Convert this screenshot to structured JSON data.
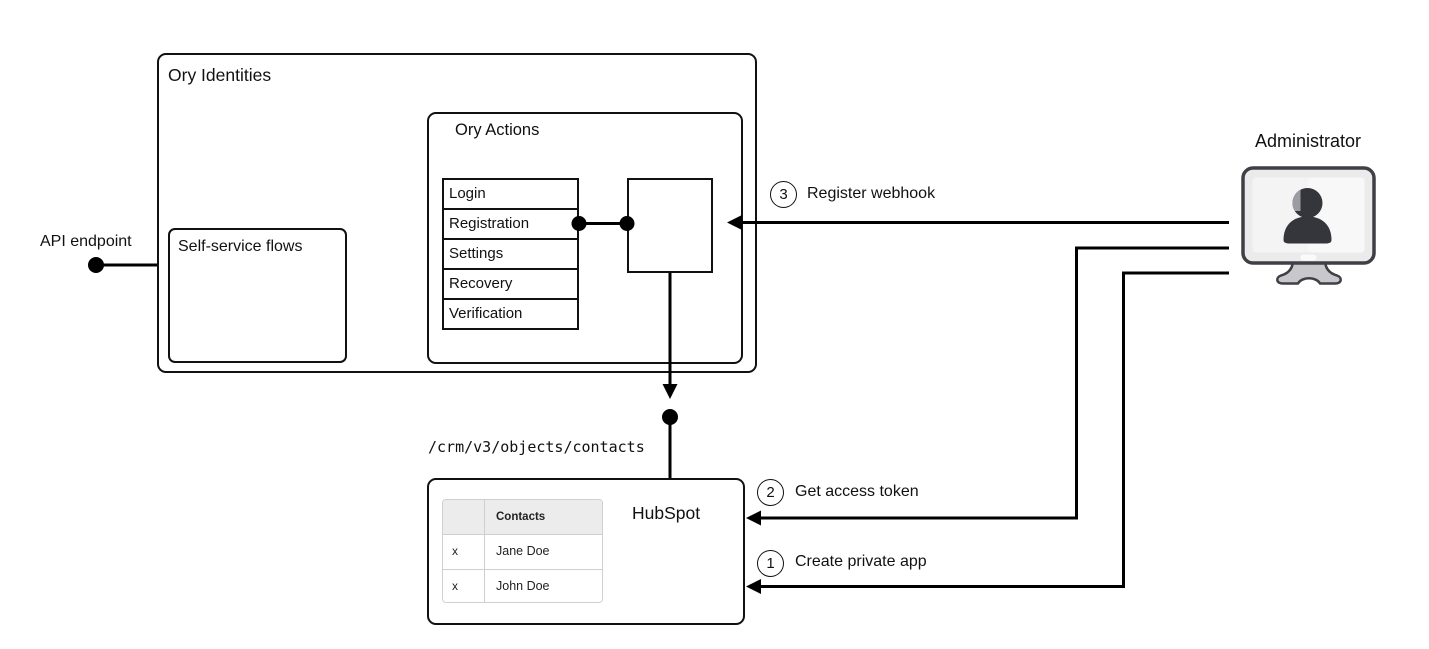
{
  "ory_identities": {
    "title": "Ory Identities"
  },
  "self_service": {
    "label": "Self-service flows"
  },
  "ory_actions": {
    "title": "Ory Actions",
    "flows": [
      "Login",
      "Registration",
      "Settings",
      "Recovery",
      "Verification"
    ]
  },
  "api_endpoint": {
    "label": "API endpoint"
  },
  "administrator": {
    "label": "Administrator"
  },
  "hubspot": {
    "title": "HubSpot",
    "endpoint_path": "/crm/v3/objects/contacts",
    "contacts_table": {
      "header": "Contacts",
      "rows": [
        {
          "mark": "x",
          "name": "Jane Doe"
        },
        {
          "mark": "x",
          "name": "John Doe"
        }
      ]
    }
  },
  "steps": [
    {
      "number": "1",
      "label": "Create private app"
    },
    {
      "number": "2",
      "label": "Get access token"
    },
    {
      "number": "3",
      "label": "Register webhook"
    }
  ],
  "colors": {
    "line": "#000000",
    "box_border": "#111111",
    "table_border": "#cfcfcf",
    "table_header_bg": "#ececec",
    "monitor_frame": "#3f3f46",
    "monitor_body": "#ebebec",
    "monitor_screen": "#f4f4f5",
    "monitor_stand": "#c7c7cc",
    "silhouette": "#35353c",
    "silhouette_highlight": "#9c9ca4"
  }
}
